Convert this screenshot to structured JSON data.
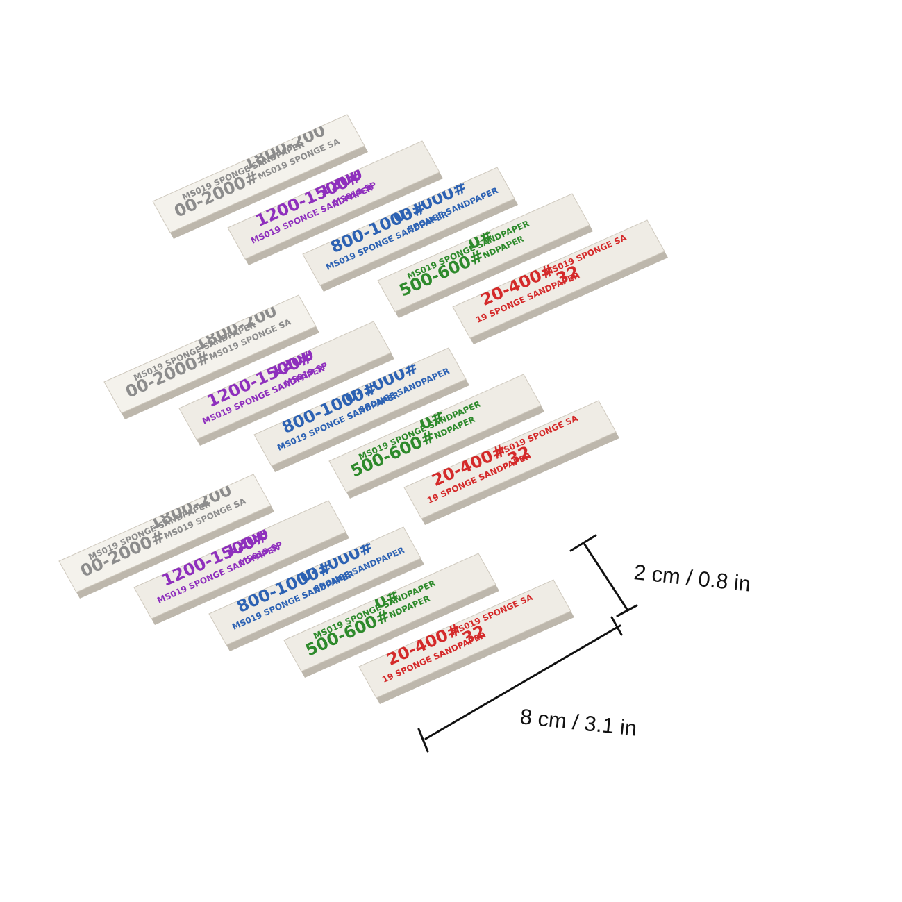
{
  "image": {
    "background": "#ffffff",
    "strip_face_color": "#efece5",
    "strip_face_color_white": "#f4f2ec"
  },
  "grits": [
    {
      "id": "gray",
      "color": "#8c8c8c",
      "lines": [
        {
          "text": "MS019 SPONGE SANDPAPER",
          "size": "small"
        },
        {
          "text": "00-2000#",
          "size": "big"
        },
        {
          "text": "1800-200",
          "size": "big"
        },
        {
          "text": "MS019 SPONGE SA",
          "size": "small"
        }
      ]
    },
    {
      "id": "purple",
      "color": "#8e2fbd",
      "lines": [
        {
          "text": "1200-1500#",
          "size": "big"
        },
        {
          "text": "MS019 SPONGE SANDPAPER",
          "size": "small"
        },
        {
          "text": "1200",
          "size": "big"
        },
        {
          "text": "MS019 SP",
          "size": "small"
        }
      ]
    },
    {
      "id": "blue",
      "color": "#2d62b3",
      "lines": [
        {
          "text": "800-1000#",
          "size": "big"
        },
        {
          "text": "MS019 SPONGE SANDPAPER",
          "size": "small"
        },
        {
          "text": "0-1000#",
          "size": "big"
        },
        {
          "text": "SPONGE SANDPAPER",
          "size": "small"
        }
      ]
    },
    {
      "id": "green",
      "color": "#2e8a2c",
      "lines": [
        {
          "text": "MS019 SPONGE SANDPAPER",
          "size": "small"
        },
        {
          "text": "500-600#",
          "size": "big"
        },
        {
          "text": "0#",
          "size": "big"
        },
        {
          "text": "NDPAPER",
          "size": "small"
        }
      ]
    },
    {
      "id": "red",
      "color": "#d42a2a",
      "lines": [
        {
          "text": "20-400#",
          "size": "big"
        },
        {
          "text": "19 SPONGE SANDPAPER",
          "size": "small"
        },
        {
          "text": "MS019 SPONGE SA",
          "size": "small"
        },
        {
          "text": "32",
          "size": "big"
        }
      ]
    }
  ],
  "dimensions": {
    "height_label": "2 cm / 0.8 in",
    "width_label": "8 cm / 3.1 in"
  }
}
